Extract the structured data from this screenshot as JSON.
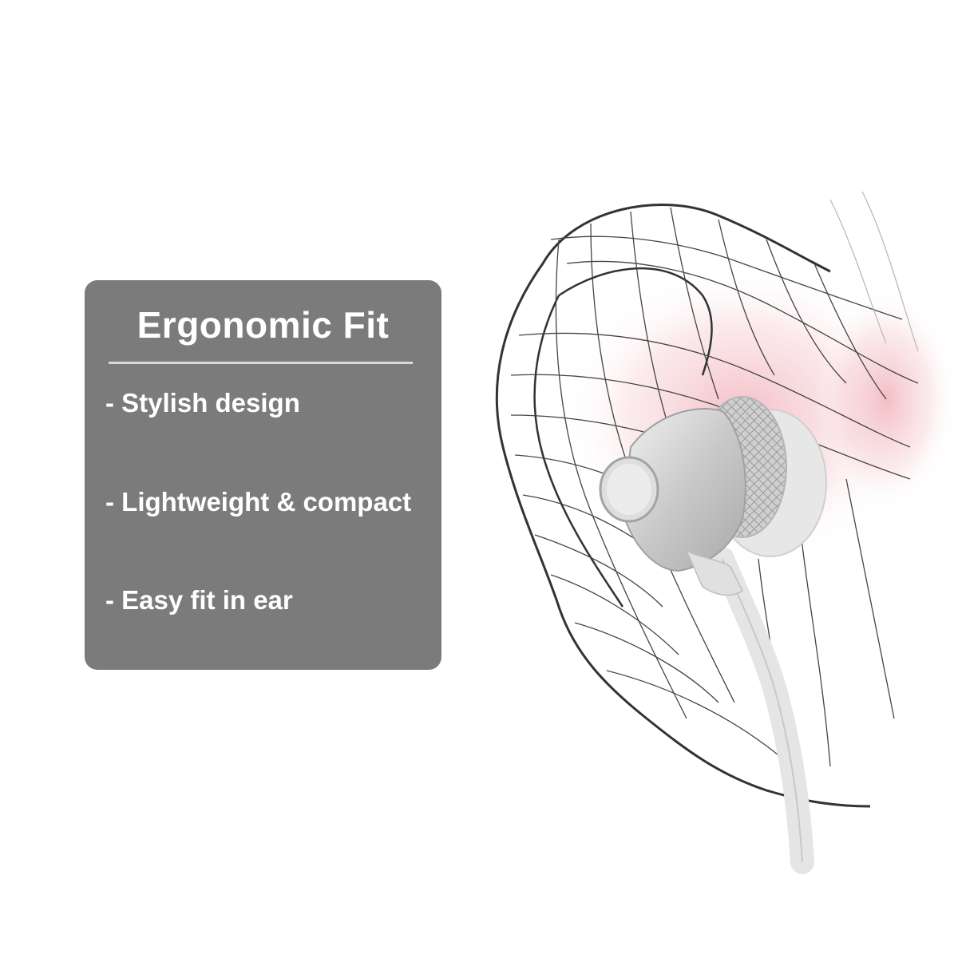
{
  "panel": {
    "title": "Ergonomic Fit",
    "features": [
      "- Stylish design",
      "- Lightweight & compact",
      "- Easy fit in ear"
    ],
    "background_color": "#7b7b7b",
    "text_color": "#ffffff"
  },
  "illustration": {
    "subject": "ear-with-earphone",
    "accent_glow_color": "#f4c3c9",
    "earphone_color": "#d8d8d8"
  }
}
